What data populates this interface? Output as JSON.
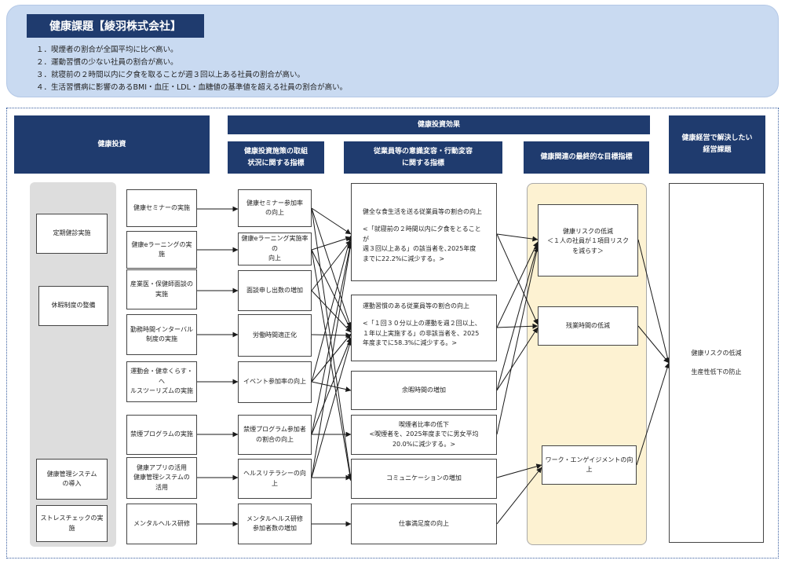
{
  "issues": {
    "title": "健康課題【綾羽株式会社】",
    "items": [
      "１．喫煙者の割合が全国平均に比べ高い。",
      "２．運動習慣の少ない社員の割合が高い。",
      "３．就寝前の２時間以内に夕食を取ることが週３回以上ある社員の割合が高い。",
      "４．生活習慣病に影響のあるBMI・血圧・LDL・血糖値の基準値を超える社員の割合が高い。"
    ]
  },
  "headers": {
    "investment": "健康投資",
    "effect": "健康投資効果",
    "measures": [
      "健康投資施策の取組",
      "状況に関する指標"
    ],
    "awareness": [
      "従業員等の意識変容・行動変容",
      "に関する指標"
    ],
    "final": "健康関連の最終的な目標指標",
    "management": [
      "健康経営で解決したい",
      "経営課題"
    ]
  },
  "investments": [
    [
      "定期健診実施"
    ],
    [
      "休暇制度の整備"
    ],
    [
      "健康管理システム",
      "の導入"
    ],
    [
      "ストレスチェックの実施"
    ]
  ],
  "programs": [
    [
      "健康セミナーの実施"
    ],
    [
      "健康eラーニングの実施"
    ],
    [
      "産業医・保健師面談の",
      "実施"
    ],
    [
      "勤務時間インターバル",
      "制度の実施"
    ],
    [
      "運動会・健幸くらす・へ",
      "ルスツーリズムの実施"
    ],
    [
      "禁煙プログラムの実施"
    ],
    [
      "健康アプリの活用",
      "健康管理システムの",
      "活用"
    ],
    [
      "メンタルヘルス研修"
    ]
  ],
  "indicators": [
    [
      "健康セミナー参加率",
      "の向上"
    ],
    [
      "健康eラーニング実施率の",
      "向上"
    ],
    [
      "面談申し出数の増加"
    ],
    [
      "労働時間適正化"
    ],
    [
      "イベント参加率の向上"
    ],
    [
      "禁煙プログラム参加者",
      "の割合の向上"
    ],
    [
      "ヘルスリテラシーの向上"
    ],
    [
      "メンタルヘルス研修",
      "参加者数の増加"
    ]
  ],
  "behaviors": [
    [
      "健全な食生活を送る従業員等の割合の向上",
      "",
      "<「就寝前の２時間以内に夕食をとることが",
      "週３回以上ある」の該当者を､2025年度",
      "までに22.2%に減少する。>"
    ],
    [
      "運動習慣のある従業員等の割合の向上",
      "",
      "<「１回３０分以上の運動を週２回以上、",
      "１年以上実施する」の非該当者を、2025",
      "年度までに58.3%に減少する。>"
    ],
    [
      "余暇時間の増加"
    ],
    [
      "喫煙者比率の低下",
      "<喫煙者を、2025年度までに男女平均",
      "20.0%に減少する。>"
    ],
    [
      "コミュニケーションの増加"
    ],
    [
      "仕事満足度の向上"
    ]
  ],
  "finals": [
    [
      "健康リスクの低減",
      "＜１人の社員が１項目リスク",
      "を減らす＞"
    ],
    [
      "残業時間の低減"
    ],
    [
      "ワーク・エンゲイジメントの向上"
    ]
  ],
  "management": [
    "健康リスクの低減",
    "",
    "生産性低下の防止"
  ]
}
